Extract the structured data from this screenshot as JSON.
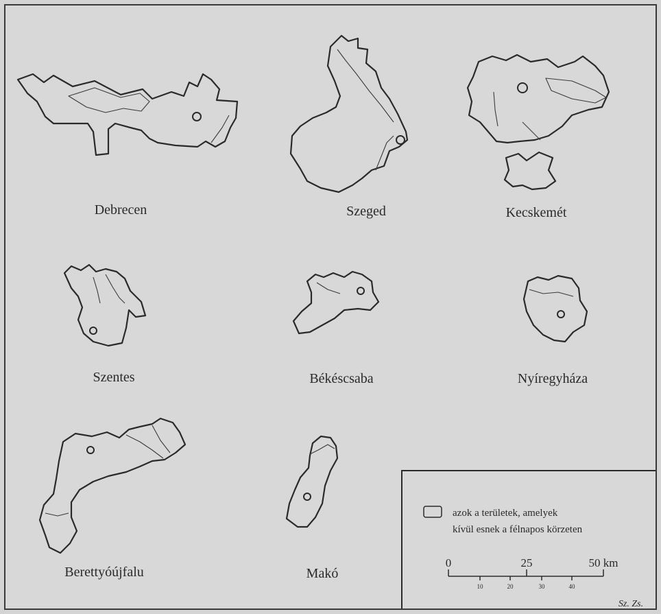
{
  "regions": [
    {
      "id": "debrecen",
      "name": "Debrecen"
    },
    {
      "id": "szeged",
      "name": "Szeged"
    },
    {
      "id": "kecskemet",
      "name": "Kecskemét"
    },
    {
      "id": "szentes",
      "name": "Szentes"
    },
    {
      "id": "bekescsaba",
      "name": "Békéscsaba"
    },
    {
      "id": "nyiregyhaza",
      "name": "Nyíregyháza"
    },
    {
      "id": "berettyoujfalu",
      "name": "Berettyóújfalu"
    },
    {
      "id": "mako",
      "name": "Makó"
    }
  ],
  "legend": {
    "line1": "azok a területek, amelyek",
    "line2": "kívül esnek a félnapos körzeten"
  },
  "scale": {
    "major": [
      "0",
      "25",
      "50 km"
    ],
    "minor": [
      "10",
      "20",
      "30",
      "40"
    ]
  },
  "credit": "Sz. Zs."
}
